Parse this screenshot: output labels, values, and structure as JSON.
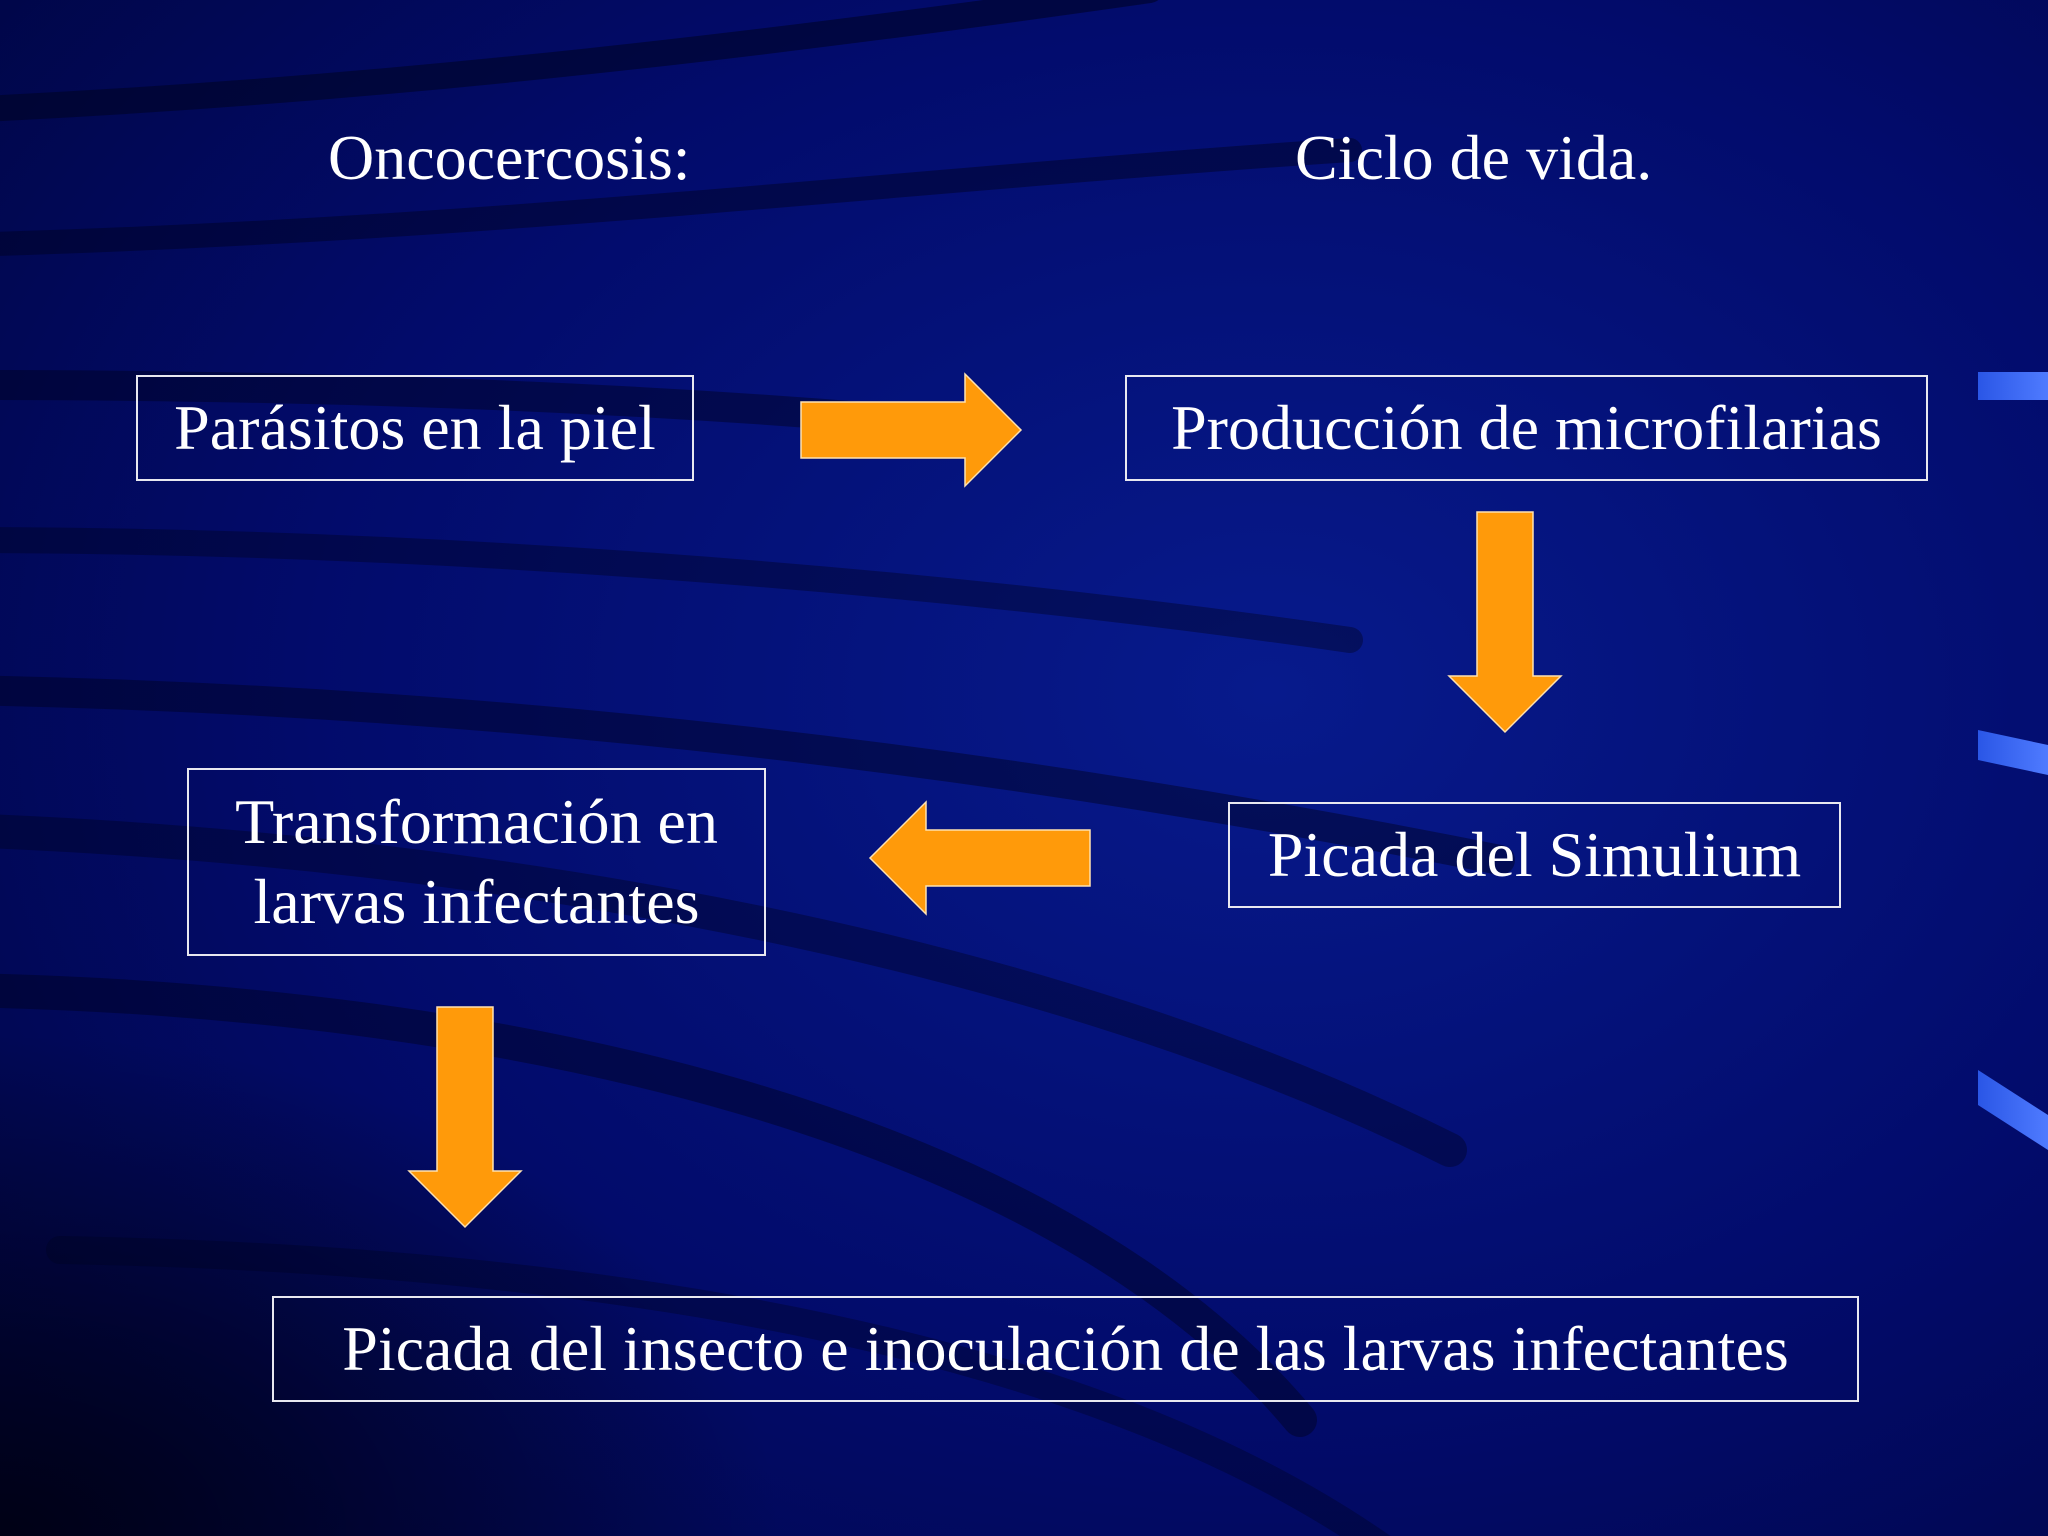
{
  "slide": {
    "title_left": "Oncocercosis:",
    "title_right": "Ciclo de vida.",
    "background_color": "#000a6e",
    "accent_color": "#ff9a0a"
  },
  "nodes": {
    "parasitos": "Parásitos en la piel",
    "produccion": "Producción de microfilarias",
    "picada_simulium": "Picada del Simulium",
    "transformacion": [
      "Transformación en",
      "larvas infectantes"
    ],
    "picada_insecto": "Picada del insecto e inoculación de las larvas infectantes"
  },
  "flow": [
    {
      "from": "parasitos",
      "to": "produccion",
      "direction": "right"
    },
    {
      "from": "produccion",
      "to": "picada_simulium",
      "direction": "down"
    },
    {
      "from": "picada_simulium",
      "to": "transformacion",
      "direction": "left"
    },
    {
      "from": "transformacion",
      "to": "picada_insecto",
      "direction": "down"
    }
  ]
}
